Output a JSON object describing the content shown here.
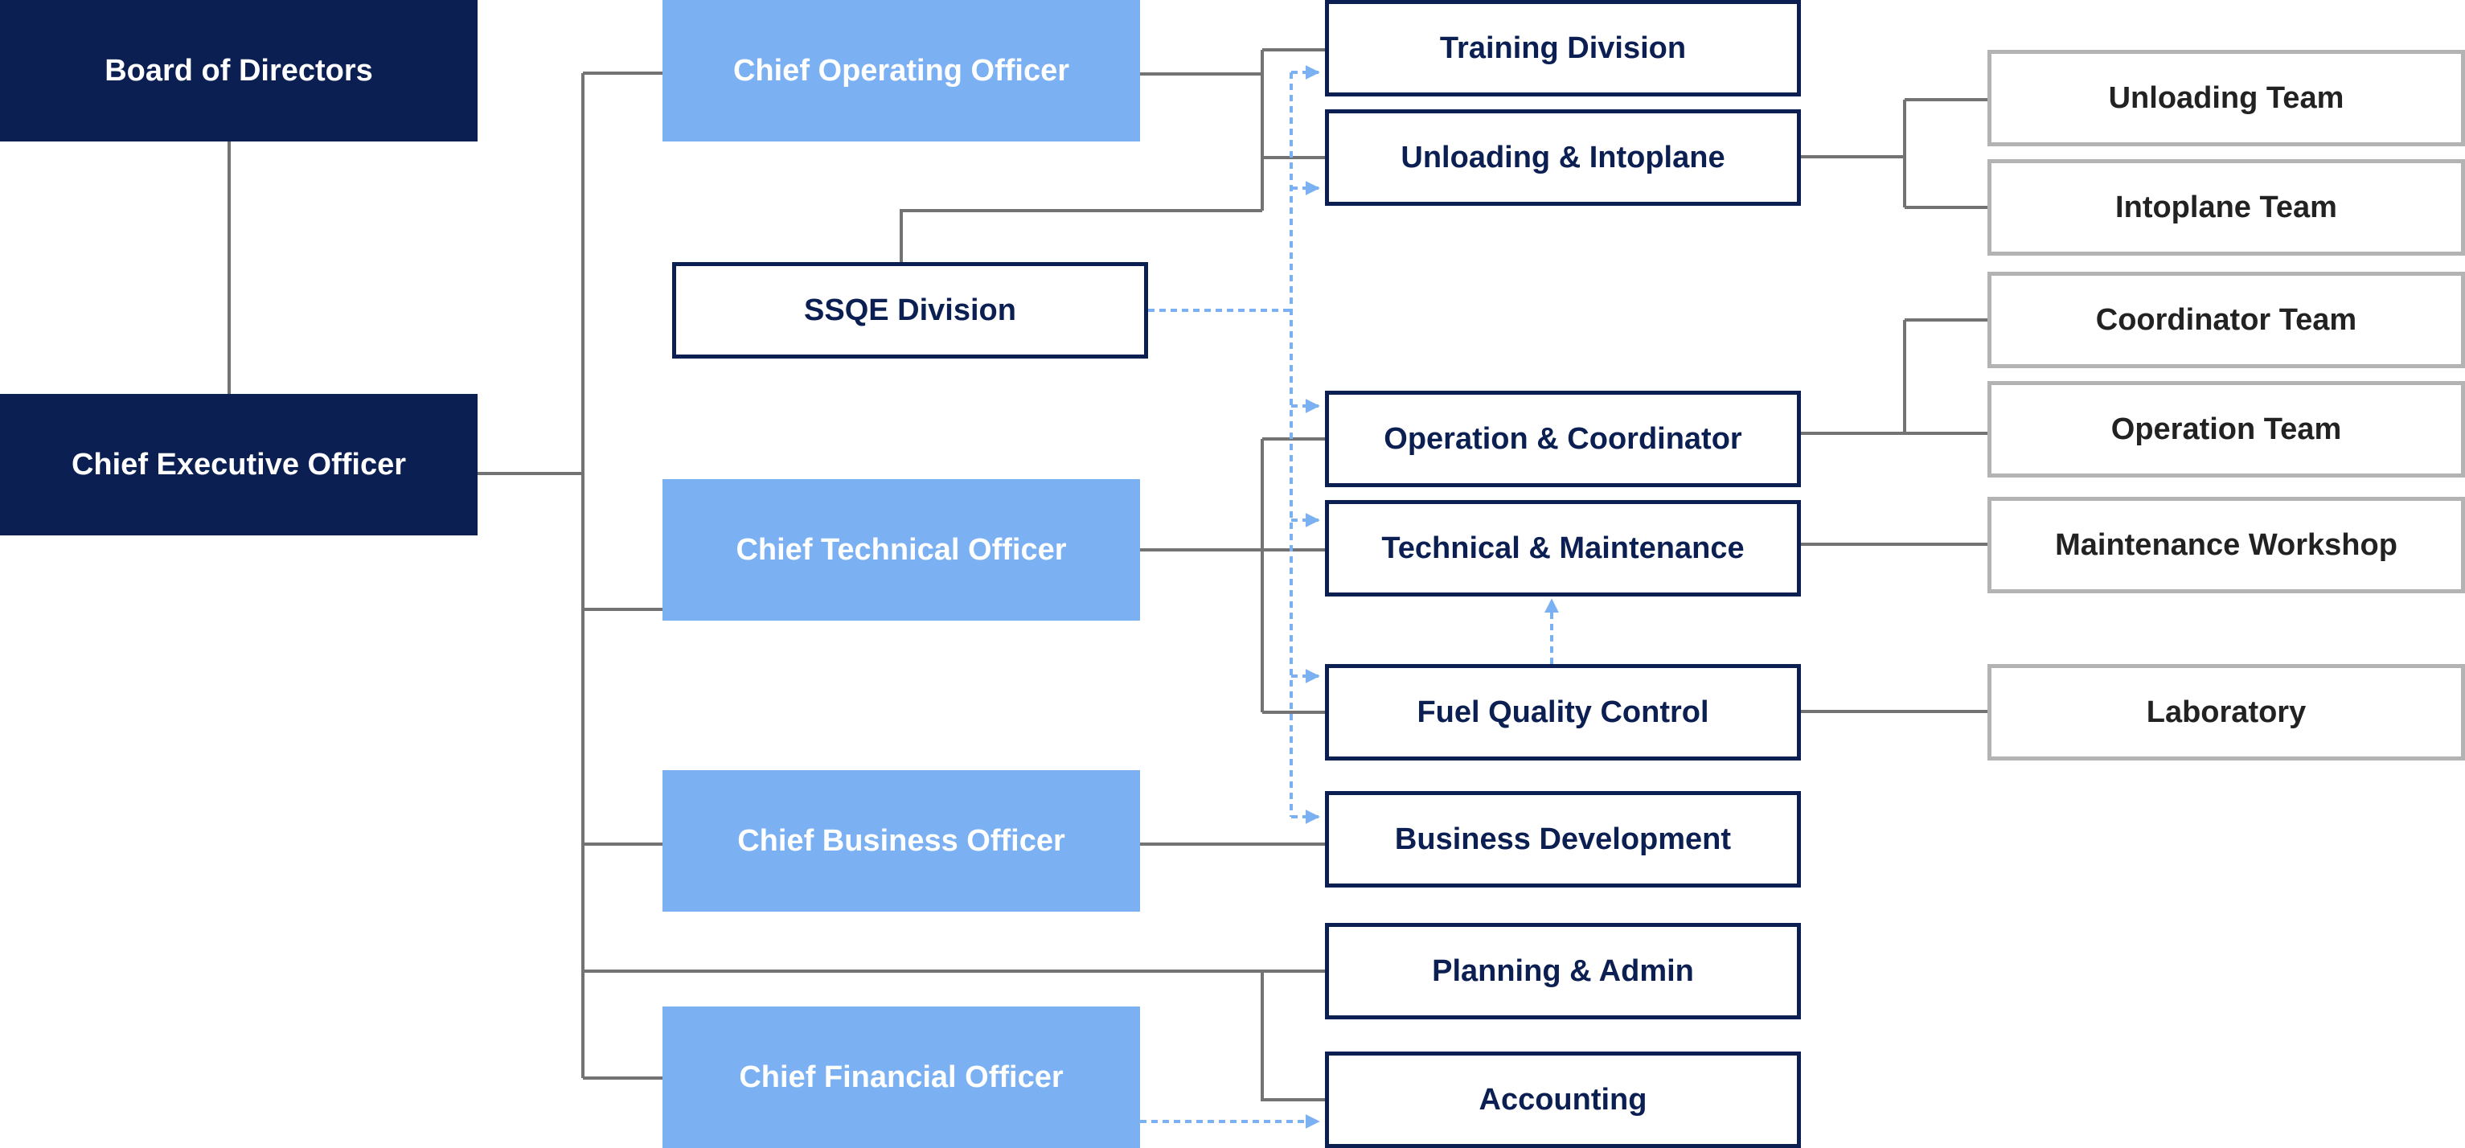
{
  "colors": {
    "executive": "#0b1f52",
    "officer": "#7bb1f3",
    "division_border": "#0b1f52",
    "team_border": "#b3b3b3",
    "connector": "#737373",
    "dotted_connector": "#7bb1f3"
  },
  "executives": {
    "board": "Board of Directors",
    "ceo": "Chief Executive Officer"
  },
  "officers": {
    "coo": "Chief Operating Officer",
    "cto": "Chief Technical Officer",
    "cbo": "Chief Business Officer",
    "cfo": "Chief Financial Officer"
  },
  "divisions": {
    "ssqe": "SSQE Division",
    "training": "Training Division",
    "unloading": "Unloading & Intoplane",
    "opcoord": "Operation & Coordinator",
    "techmaint": "Technical & Maintenance",
    "fqc": "Fuel Quality Control",
    "busdev": "Business Development",
    "planning": "Planning & Admin",
    "accounting": "Accounting"
  },
  "teams": {
    "unloading_team": "Unloading Team",
    "intoplane_team": "Intoplane Team",
    "coordinator_team": "Coordinator Team",
    "operation_team": "Operation Team",
    "maintenance_workshop": "Maintenance Workshop",
    "laboratory": "Laboratory"
  },
  "relations": {
    "solid": [
      [
        "Board of Directors",
        "Chief Executive Officer"
      ],
      [
        "Chief Executive Officer",
        "Chief Operating Officer"
      ],
      [
        "Chief Executive Officer",
        "Chief Technical Officer"
      ],
      [
        "Chief Executive Officer",
        "Chief Business Officer"
      ],
      [
        "Chief Executive Officer",
        "Chief Financial Officer"
      ],
      [
        "Chief Executive Officer",
        "Planning & Admin"
      ],
      [
        "Chief Operating Officer",
        "Training Division"
      ],
      [
        "Chief Operating Officer",
        "Unloading & Intoplane"
      ],
      [
        "Chief Operating Officer",
        "SSQE Division"
      ],
      [
        "Chief Technical Officer",
        "Operation & Coordinator"
      ],
      [
        "Chief Technical Officer",
        "Technical & Maintenance"
      ],
      [
        "Chief Technical Officer",
        "Fuel Quality Control"
      ],
      [
        "Chief Business Officer",
        "Business Development"
      ],
      [
        "Planning & Admin",
        "Accounting"
      ],
      [
        "Unloading & Intoplane",
        "Unloading Team"
      ],
      [
        "Unloading & Intoplane",
        "Intoplane Team"
      ],
      [
        "Operation & Coordinator",
        "Coordinator Team"
      ],
      [
        "Operation & Coordinator",
        "Operation Team"
      ],
      [
        "Technical & Maintenance",
        "Maintenance Workshop"
      ],
      [
        "Fuel Quality Control",
        "Laboratory"
      ]
    ],
    "dotted": [
      [
        "SSQE Division",
        "Training Division"
      ],
      [
        "SSQE Division",
        "Unloading & Intoplane"
      ],
      [
        "SSQE Division",
        "Operation & Coordinator"
      ],
      [
        "SSQE Division",
        "Technical & Maintenance"
      ],
      [
        "SSQE Division",
        "Fuel Quality Control"
      ],
      [
        "SSQE Division",
        "Business Development"
      ],
      [
        "Fuel Quality Control",
        "Technical & Maintenance"
      ],
      [
        "Chief Financial Officer",
        "Accounting"
      ]
    ]
  }
}
